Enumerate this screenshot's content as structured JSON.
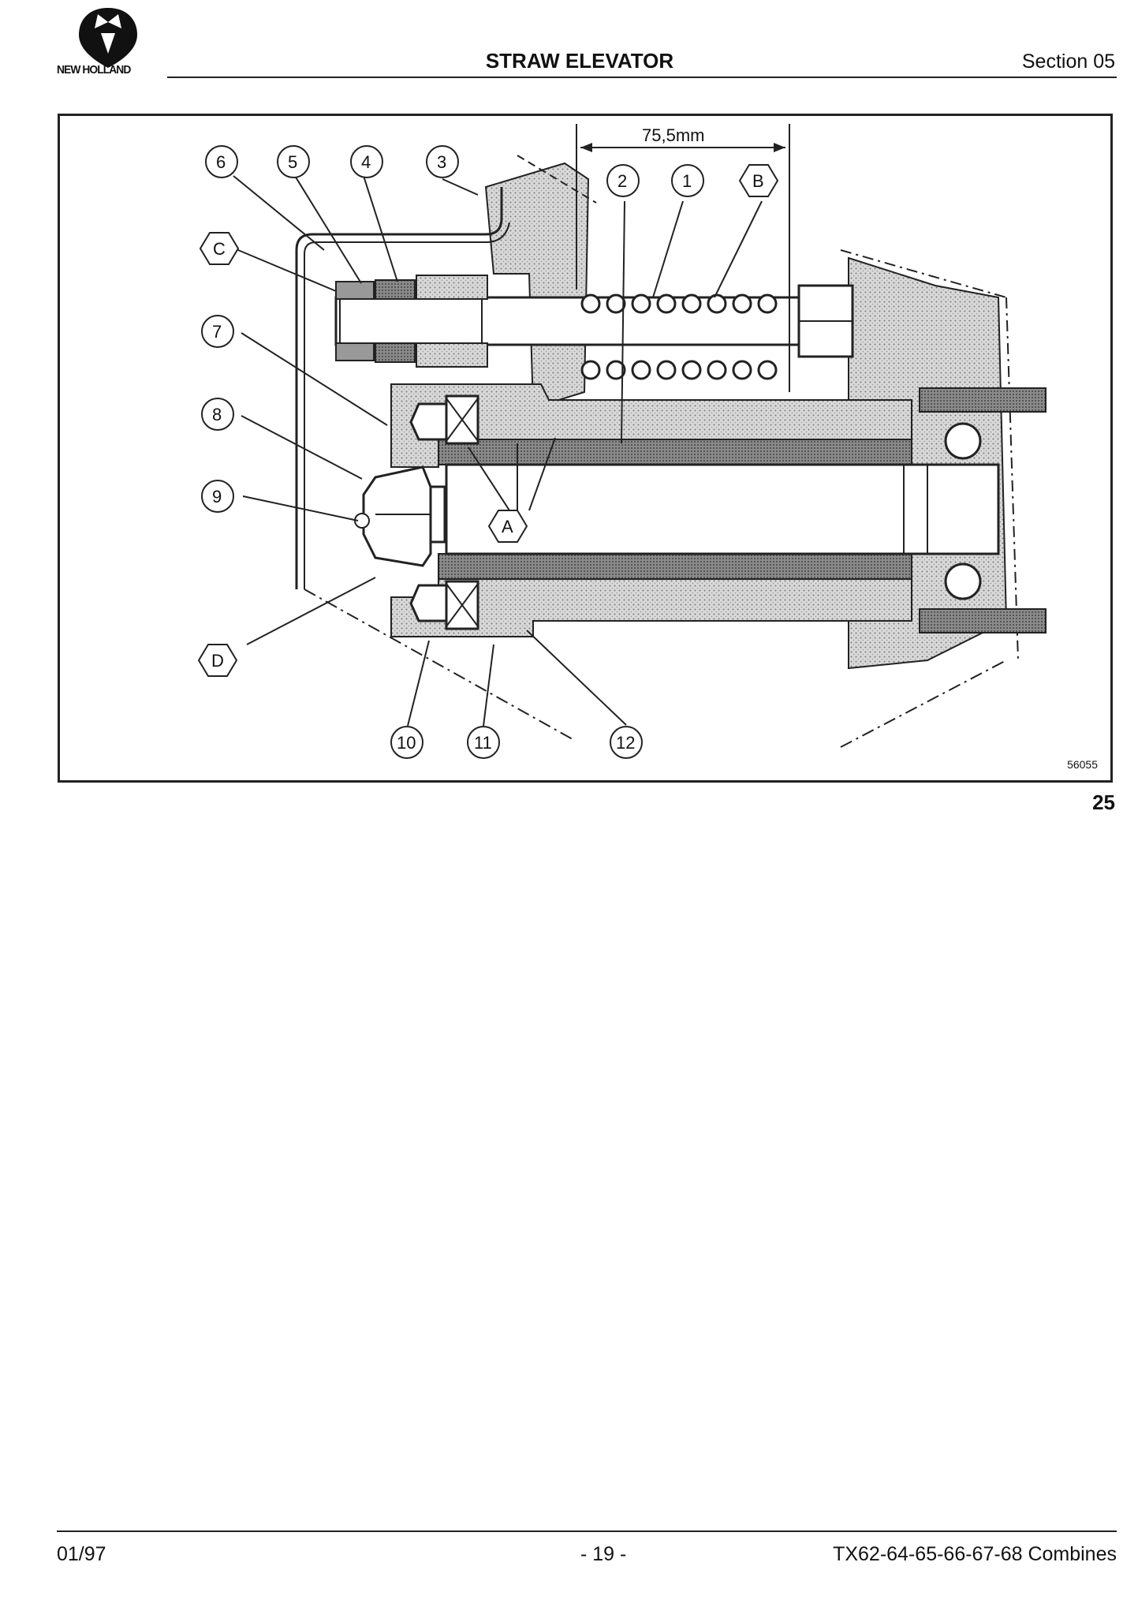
{
  "header": {
    "brand": "NEW HOLLAND",
    "title": "STRAW ELEVATOR",
    "section": "Section 05"
  },
  "figure": {
    "dimension": "75,5mm",
    "image_id": "56055",
    "figure_number": "25",
    "number_callouts": [
      "6",
      "5",
      "4",
      "3",
      "2",
      "1",
      "7",
      "8",
      "9",
      "10",
      "11",
      "12"
    ],
    "letter_callouts": [
      "C",
      "B",
      "A",
      "D"
    ]
  },
  "footer": {
    "date": "01/97",
    "page": "- 19 -",
    "model": "TX62-64-65-66-67-68 Combines"
  }
}
